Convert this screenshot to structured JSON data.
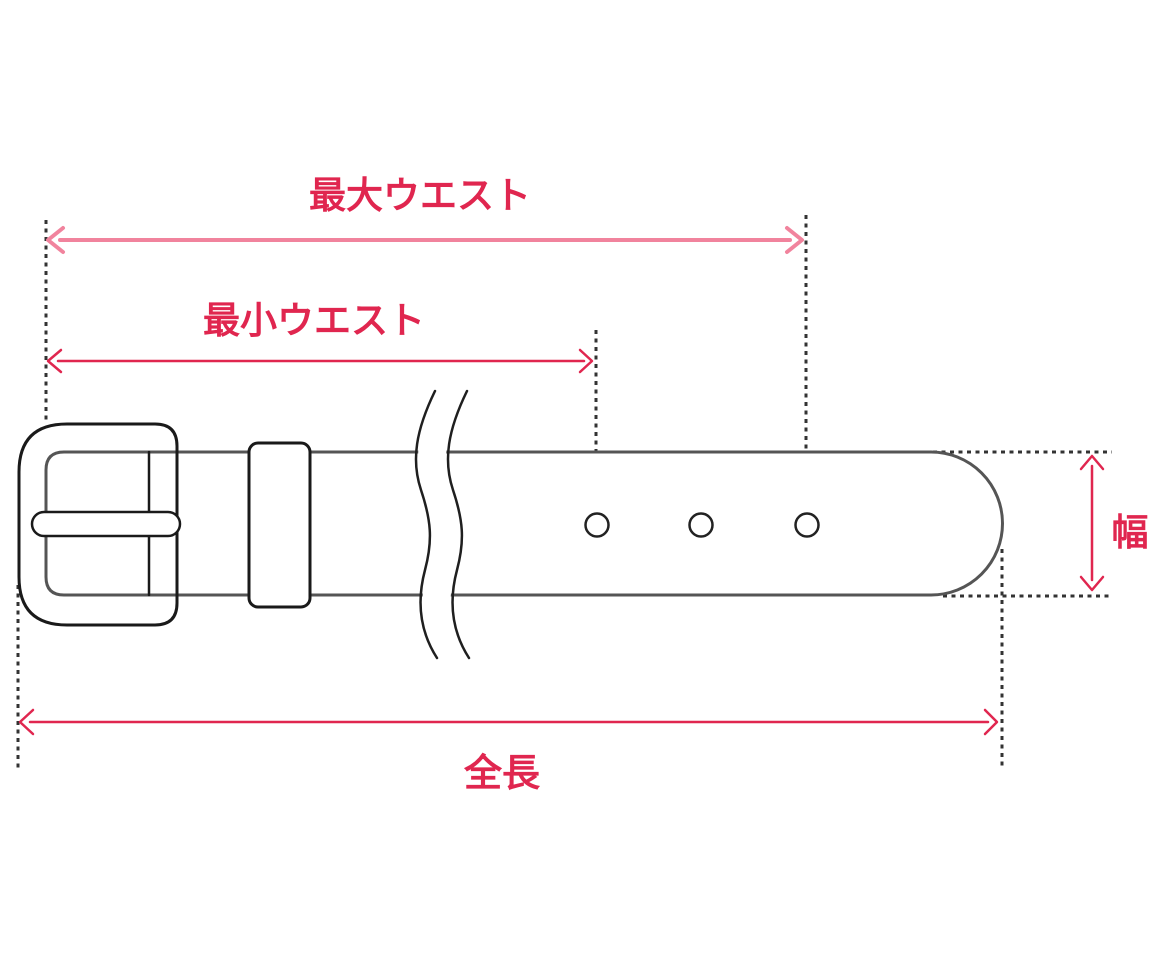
{
  "figure": {
    "type": "belt-measurement-diagram",
    "background": "#ffffff",
    "labels": {
      "max_waist": "最大ウエスト",
      "min_waist": "最小ウエスト",
      "total_length": "全長",
      "width": "幅"
    },
    "colors": {
      "label_text": "#e0264f",
      "max_waist_arrow": "#f1839d",
      "dimension_arrow": "#e0264f",
      "belt_outline": "#1a1a1a",
      "strap_edge": "#555555",
      "hole_outline": "#222222",
      "guide_dots": "#333333"
    }
  }
}
